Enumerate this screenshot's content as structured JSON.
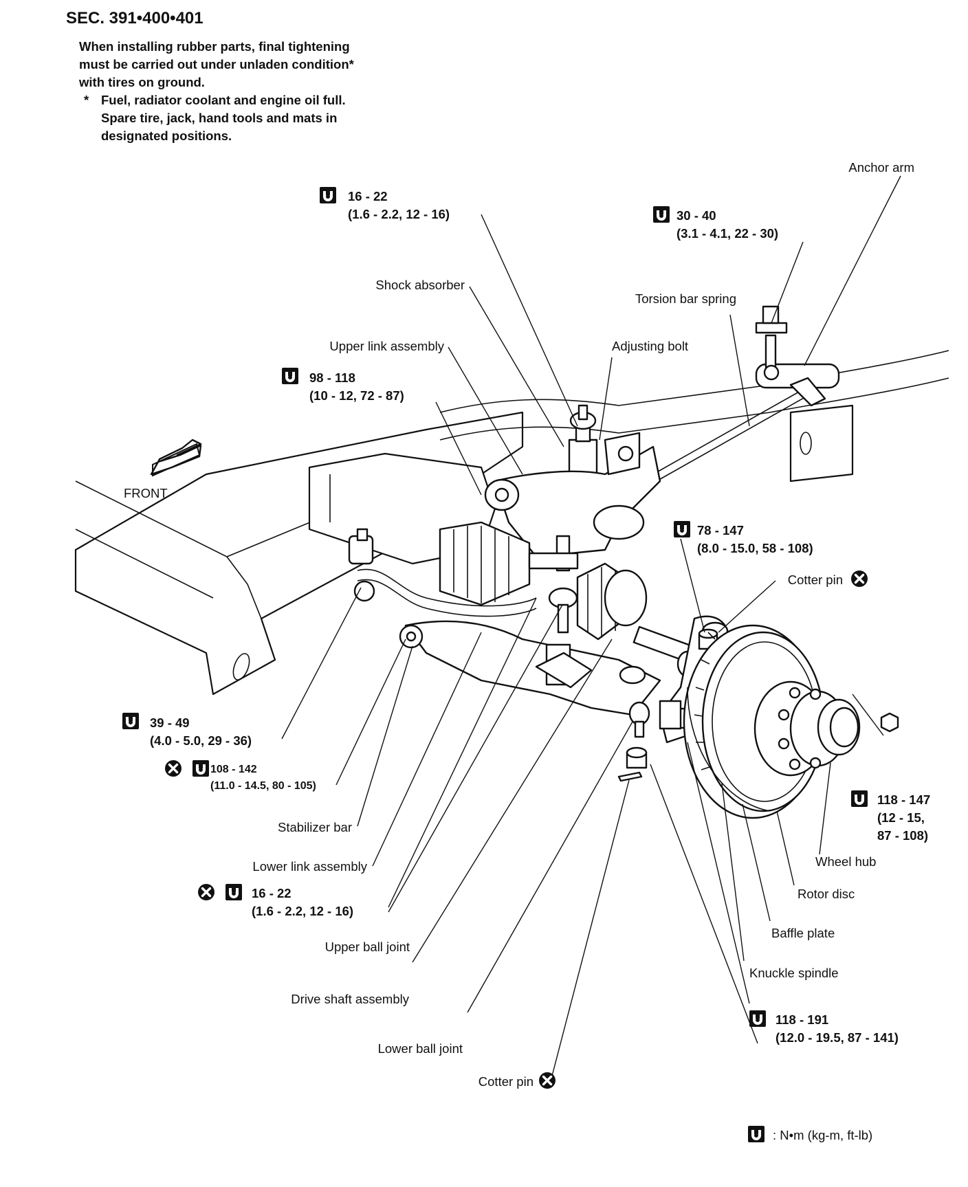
{
  "header": {
    "section": "SEC. 391•400•401",
    "note_lines": [
      "When installing rubber parts, final tightening",
      "must be carried out under unladen condition*",
      "with tires on ground."
    ],
    "asterisk_lines": [
      "Fuel, radiator coolant and engine oil full.",
      "Spare tire, jack, hand tools and mats in",
      "designated positions."
    ],
    "asterisk_mark": "*"
  },
  "labels": {
    "anchor_arm": "Anchor arm",
    "shock_absorber": "Shock absorber",
    "torsion_bar_spring": "Torsion bar spring",
    "upper_link_assembly": "Upper link assembly",
    "adjusting_bolt": "Adjusting bolt",
    "front": "FRONT",
    "cotter_pin_upper": "Cotter pin",
    "stabilizer_bar": "Stabilizer bar",
    "lower_link_assembly": "Lower link assembly",
    "upper_ball_joint": "Upper ball joint",
    "drive_shaft_assembly": "Drive shaft assembly",
    "lower_ball_joint": "Lower ball joint",
    "cotter_pin_lower": "Cotter pin",
    "wheel_hub": "Wheel hub",
    "rotor_disc": "Rotor disc",
    "baffle_plate": "Baffle plate",
    "knuckle_spindle": "Knuckle spindle"
  },
  "torques": {
    "t16_top": {
      "nm": "16 - 22",
      "alt": "(1.6 - 2.2, 12 - 16)"
    },
    "t30": {
      "nm": "30 - 40",
      "alt": "(3.1 - 4.1, 22 - 30)"
    },
    "t98": {
      "nm": "98 - 118",
      "alt": "(10 - 12, 72 - 87)"
    },
    "t78": {
      "nm": "78 - 147",
      "alt": "(8.0 - 15.0, 58 - 108)"
    },
    "t39": {
      "nm": "39 - 49",
      "alt": "(4.0 - 5.0, 29 - 36)"
    },
    "t108": {
      "nm": "108 - 142",
      "alt": "(11.0 - 14.5, 80 - 105)"
    },
    "t16_low": {
      "nm": "16 - 22",
      "alt": "(1.6 - 2.2, 12 - 16)"
    },
    "t118_147": {
      "nm": "118 - 147",
      "alt1": "(12 - 15,",
      "alt2": "87 - 108)"
    },
    "t118_191": {
      "nm": "118 - 191",
      "alt": "(12.0 - 19.5, 87 - 141)"
    }
  },
  "legend": {
    "text": ": N•m (kg-m, ft-lb)"
  },
  "icons": [
    "torque-wrench-icon",
    "replace-part-icon",
    "front-arrow-icon"
  ]
}
